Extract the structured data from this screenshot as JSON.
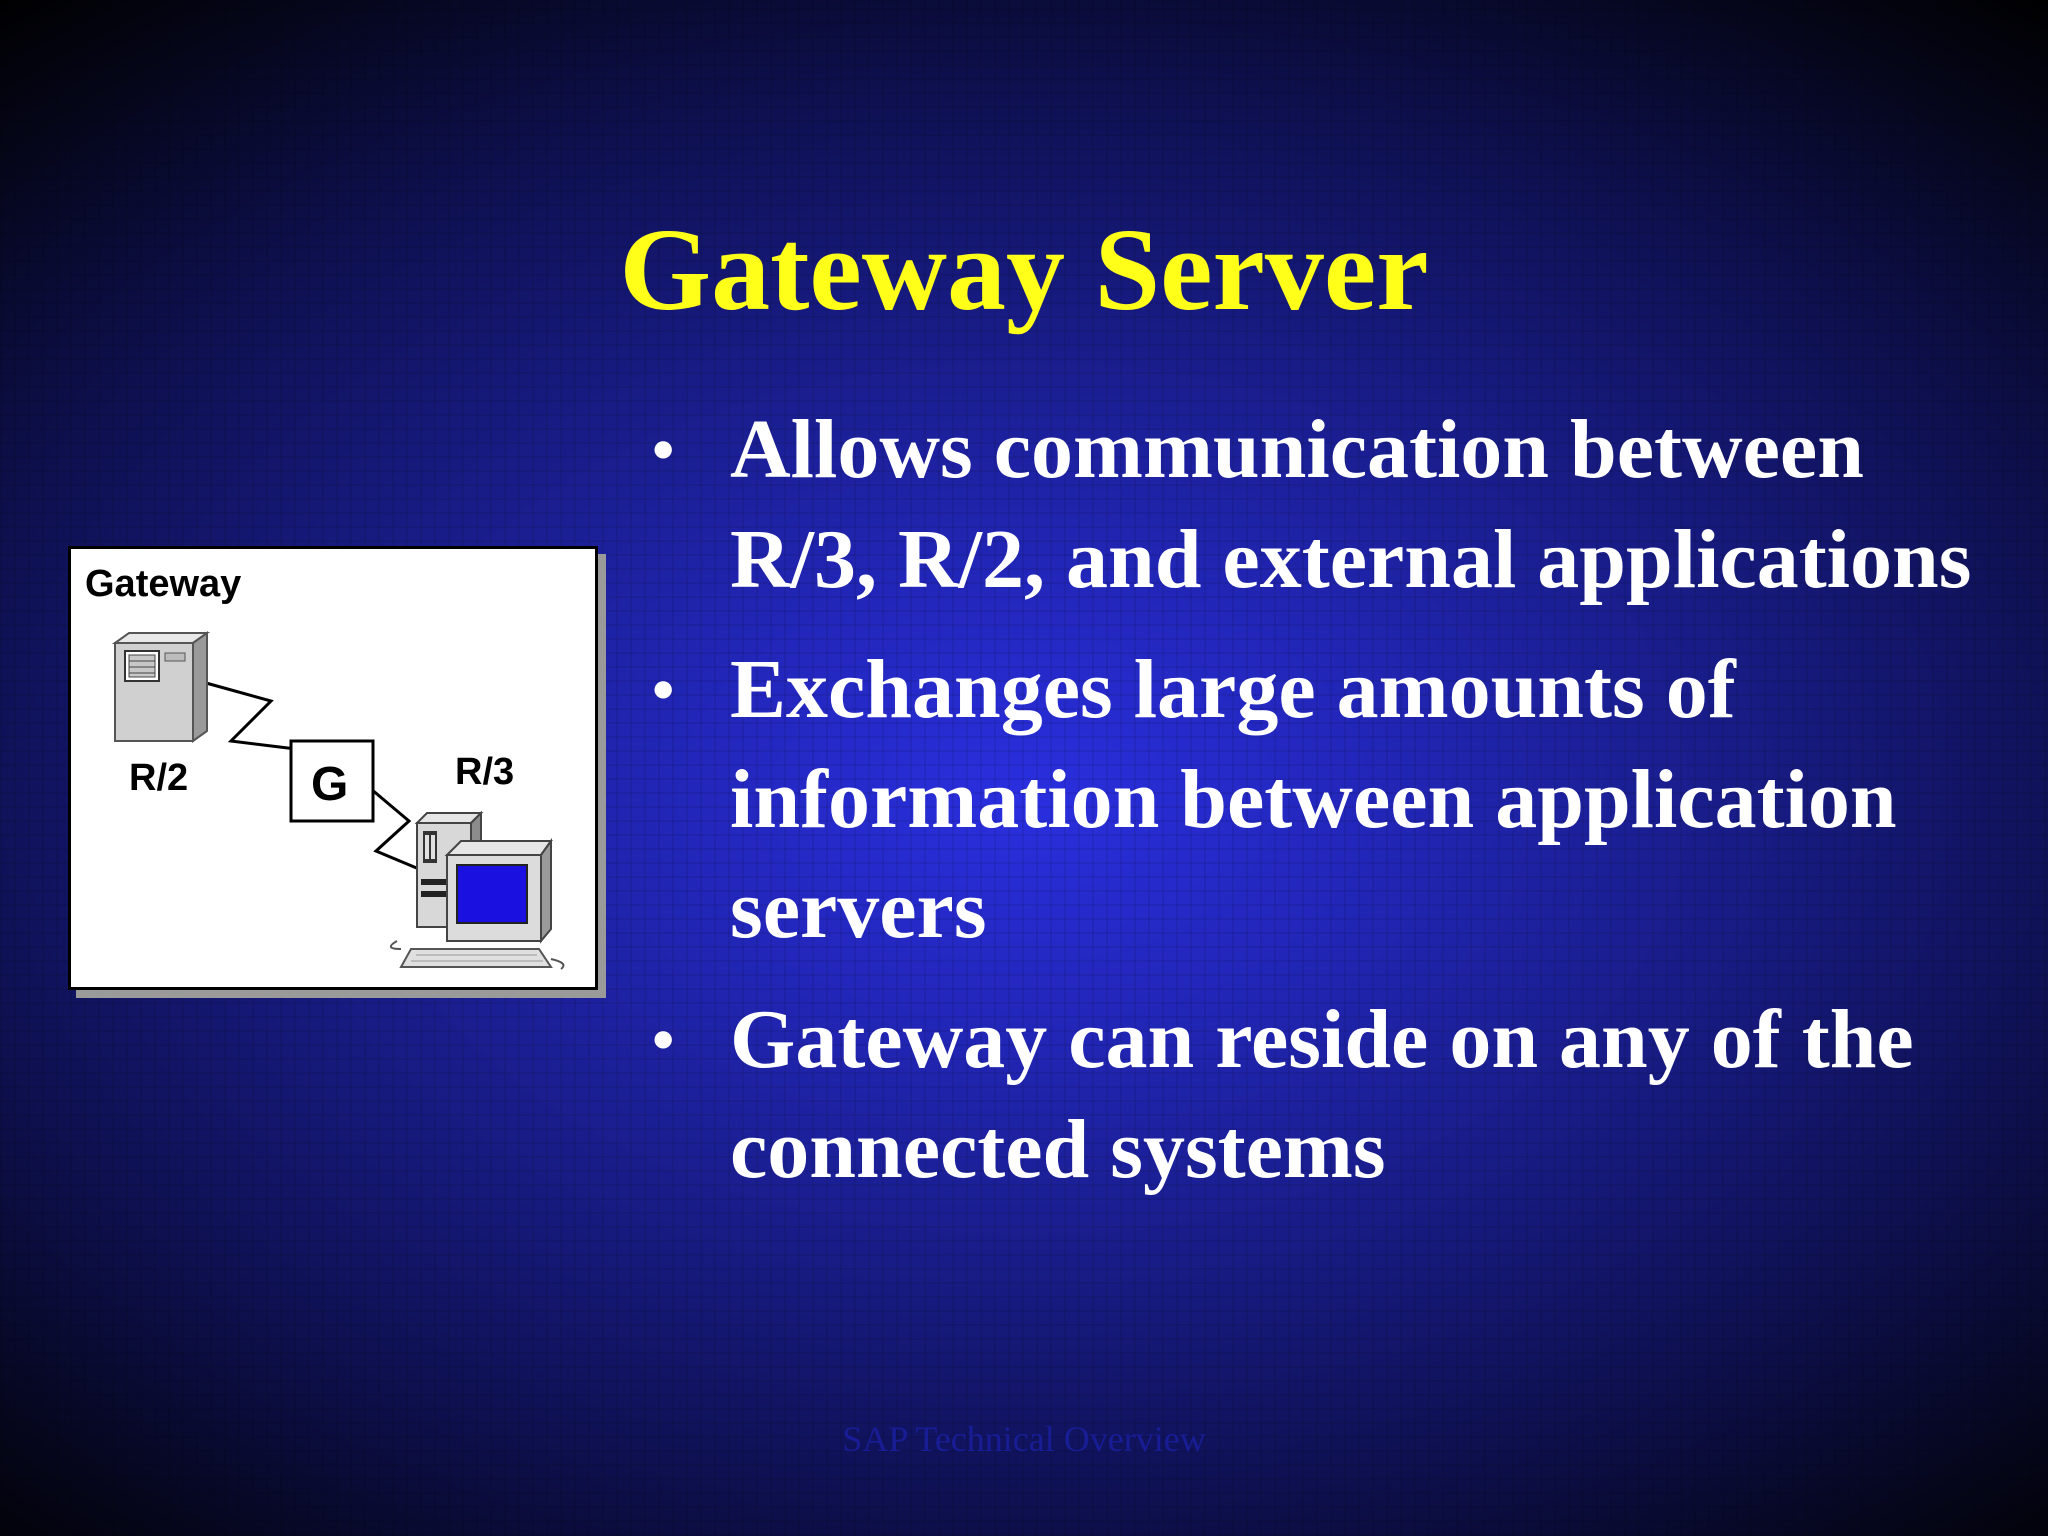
{
  "slide": {
    "title": "Gateway Server",
    "bullets": [
      {
        "marker": "•",
        "text": "Allows communication between R/3, R/2, and external applications"
      },
      {
        "marker": "•",
        "text": "Exchanges large amounts of information between application servers"
      },
      {
        "marker": "•",
        "text": "Gateway can reside on any of the connected systems"
      }
    ],
    "footer": "SAP Technical Overview"
  },
  "diagram": {
    "heading": "Gateway",
    "labels": {
      "r2": "R/2",
      "gateway_box": "G",
      "r3": "R/3"
    },
    "icons": [
      "mainframe-server-icon",
      "desktop-workstation-icon"
    ]
  },
  "colors": {
    "title": "#ffff1a",
    "body_text": "#ffffff",
    "background_center": "#2a2fe0",
    "background_edge": "#000000",
    "diagram_bg": "#ffffff",
    "screen": "#1a10e0"
  }
}
